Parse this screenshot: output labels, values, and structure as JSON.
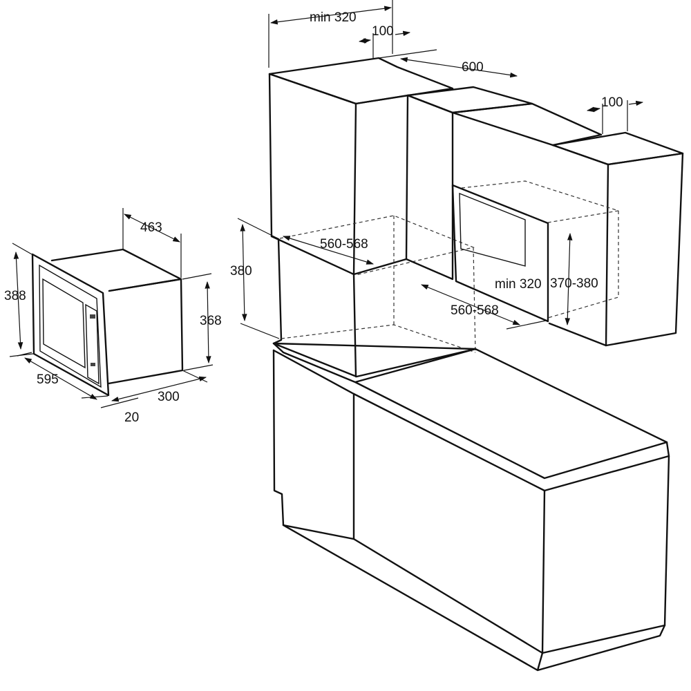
{
  "microwave": {
    "height_label": "388",
    "body_height_label": "368",
    "depth_label": "463",
    "width_label": "595",
    "body_depth_label": "300",
    "front_thickness_label": "20",
    "colors": {
      "door_glass": "#8f8f8f",
      "door_frame": "#b8b8b8"
    }
  },
  "wall_cabinet": {
    "min_depth_label": "min 320",
    "clearance_label": "100",
    "niche_height_label": "380",
    "niche_width_label": "560-568"
  },
  "upper_units": {
    "top_width_label": "600",
    "right_clearance_label": "100",
    "niche_min_depth_label": "min 320",
    "niche_height_label": "370-380",
    "niche_width_label": "560-568"
  }
}
